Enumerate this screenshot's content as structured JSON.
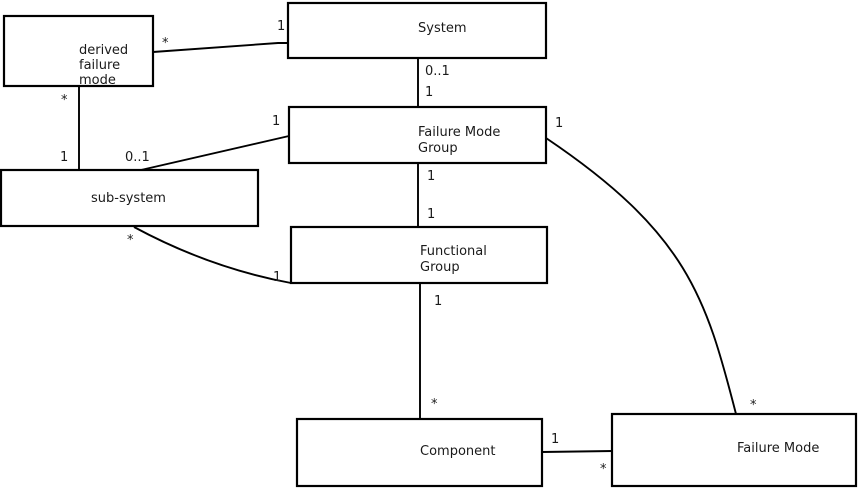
{
  "diagram": {
    "type": "entity-relationship-class-diagram",
    "colors": {
      "background": "#ffffff",
      "line": "#000000",
      "box_fill": "#ffffff",
      "text": "#1a1a1a"
    },
    "nodes": [
      {
        "id": "derived-failure-mode",
        "label": "derived failure mode",
        "lines": [
          "derived",
          "failure",
          "mode"
        ]
      },
      {
        "id": "system",
        "label": "System",
        "lines": [
          "System"
        ]
      },
      {
        "id": "failure-mode-group",
        "label": "Failure Mode Group",
        "lines": [
          "Failure Mode",
          "Group"
        ]
      },
      {
        "id": "sub-system",
        "label": "sub-system",
        "lines": [
          "sub-system"
        ]
      },
      {
        "id": "functional-group",
        "label": "Functional Group",
        "lines": [
          "Functional",
          "Group"
        ]
      },
      {
        "id": "component",
        "label": "Component",
        "lines": [
          "Component"
        ]
      },
      {
        "id": "failure-mode",
        "label": "Failure Mode",
        "lines": [
          "Failure Mode"
        ]
      }
    ],
    "edges": [
      {
        "from": "system",
        "to": "derived-failure-mode",
        "from_label": "1",
        "to_label": "*"
      },
      {
        "from": "derived-failure-mode",
        "to": "sub-system",
        "from_label": "*",
        "to_label": "1"
      },
      {
        "from": "failure-mode-group",
        "to": "sub-system",
        "from_label": "1",
        "to_label": "0..1"
      },
      {
        "from": "system",
        "to": "failure-mode-group",
        "from_label": "0..1",
        "to_label": "1"
      },
      {
        "from": "failure-mode-group",
        "to": "functional-group",
        "from_label": "1",
        "to_label": "1"
      },
      {
        "from": "sub-system",
        "to": "functional-group",
        "from_label": "*",
        "to_label": "1"
      },
      {
        "from": "functional-group",
        "to": "component",
        "from_label": "1",
        "to_label": "*"
      },
      {
        "from": "failure-mode-group",
        "to": "failure-mode",
        "from_label": "1",
        "to_label": "*"
      },
      {
        "from": "component",
        "to": "failure-mode",
        "from_label": "1",
        "to_label": "*"
      }
    ]
  }
}
